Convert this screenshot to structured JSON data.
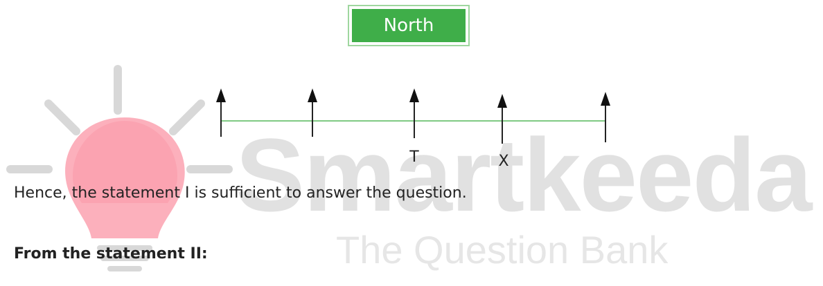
{
  "watermark": {
    "logo_text": "Smartkeeda",
    "tagline": "The Question Bank"
  },
  "diagram": {
    "direction_label": "North",
    "persons": [
      {
        "label": ""
      },
      {
        "label": ""
      },
      {
        "label": "T"
      },
      {
        "label": "X"
      },
      {
        "label": ""
      }
    ]
  },
  "content": {
    "conclusion": "Hence, the statement I is sufficient to answer the question.",
    "next_heading": "From the statement II:"
  }
}
